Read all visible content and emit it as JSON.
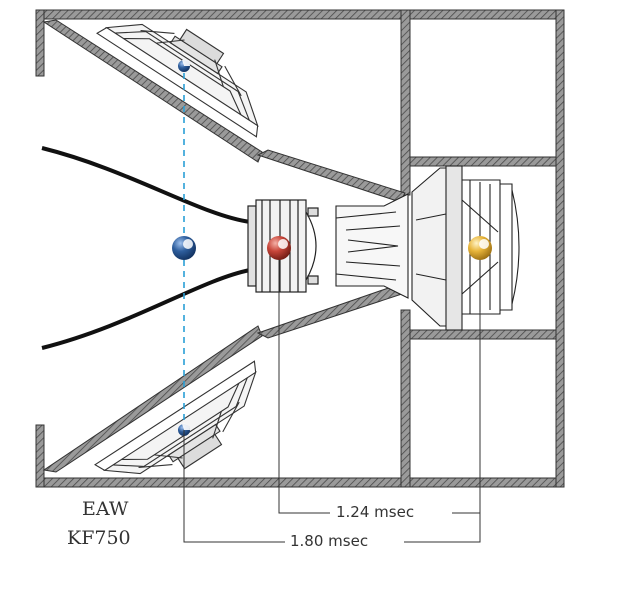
{
  "product": {
    "brand": "EAW",
    "model": "KF750"
  },
  "dimensions": {
    "delay_hf_to_mf": "1.24 msec",
    "delay_lf_to_mf": "1.80 msec"
  },
  "acoustic_centers": {
    "woofer_color": "#2f5f9e",
    "horn_center_color": "#2a5a9a",
    "mid_driver_color": "#c8463a",
    "hf_driver_color": "#e8b53a"
  },
  "colors": {
    "cabinet_wall": "#777777",
    "line": "#222222",
    "alignment_line": "#2a9fd6"
  }
}
